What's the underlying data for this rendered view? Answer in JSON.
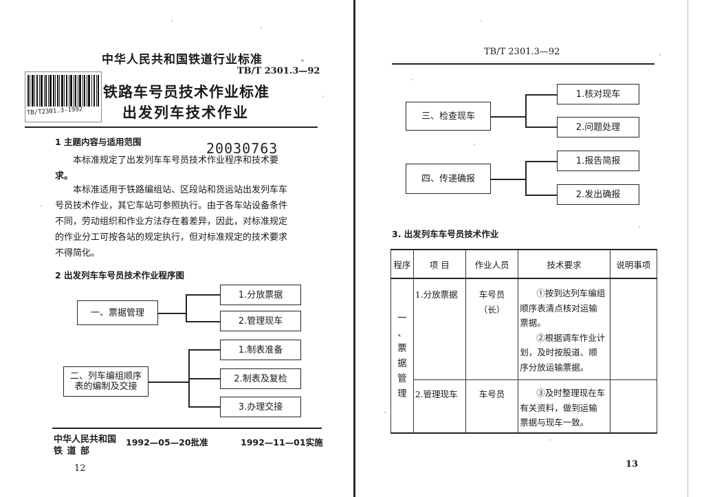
{
  "left": {
    "header_org": "中华人民共和国铁道行业标准",
    "doc_code": "TB/T 2301.3—92",
    "barcode_text": "TB/T2301.3-1992",
    "title_line1": "铁路车号员技术作业标准",
    "title_line2": "出发列车技术作业",
    "handwritten_number": "20030763",
    "section1_heading": "1  主题内容与适用范围",
    "para1_line1": "本标准规定了出发列车车号员技术作业程序和技术要",
    "para1_line2": "求。",
    "para2_lines": [
      "本标准适用于铁路编组站、区段站和货运站出发列车车",
      "号员技术作业，其它车站可参照执行。由于各车站设备条件",
      "不同，劳动组织和作业方法存在着差异，因此，对标准规定",
      "的作业分工可按各站的规定执行，但对标准规定的技术要求",
      "不得简化。"
    ],
    "section2_heading": "2  出发列车车号员技术作业程序图",
    "flow": {
      "group1": "一、票据管理",
      "group1_items": [
        "1.分放票据",
        "2.管理现车"
      ],
      "group2": "二、列车编组顺序表的编制及交接",
      "group2_line1": "二、列车编组顺序",
      "group2_line2": "表的编制及交接",
      "group2_items": [
        "1.制表准备",
        "2.制表及复检",
        "3.办理交接"
      ]
    },
    "footer_org_line1": "中华人民共和国",
    "footer_org_line2": "铁  道  部",
    "approved": "1992—05—20批准",
    "implemented": "1992—11—01实施",
    "page_number": "12"
  },
  "right": {
    "doc_code": "TB/T 2301.3—92",
    "flow": {
      "group3": "三、检查现车",
      "group3_items": [
        "1.核对现车",
        "2.问题处理"
      ],
      "group4": "四、传递确报",
      "group4_items": [
        "1.报告简报",
        "2.发出确报"
      ]
    },
    "section3_heading": "3. 出发列车车号员技术作业",
    "table": {
      "headers": [
        "程序",
        "项  目",
        "作业人员",
        "技术要求",
        "说明事项"
      ],
      "program_label": [
        "一",
        "、",
        "票",
        "据",
        "管",
        "理"
      ],
      "rows": [
        {
          "item": "1.分放票据",
          "staff_line1": "车号员",
          "staff_line2": "（长）",
          "requirements": [
            "①按到达列车编组",
            "顺序表清点核对运输",
            "票据。",
            "②根据调车作业计",
            "划，及时按股道、顺",
            "序分放运输票据。"
          ]
        },
        {
          "item": "2.管理现车",
          "staff_line1": "车号员",
          "staff_line2": "",
          "requirements": [
            "③及时整理现在车",
            "有关资料，做到运输",
            "票据与现车一致。"
          ]
        }
      ]
    },
    "page_number": "13"
  }
}
